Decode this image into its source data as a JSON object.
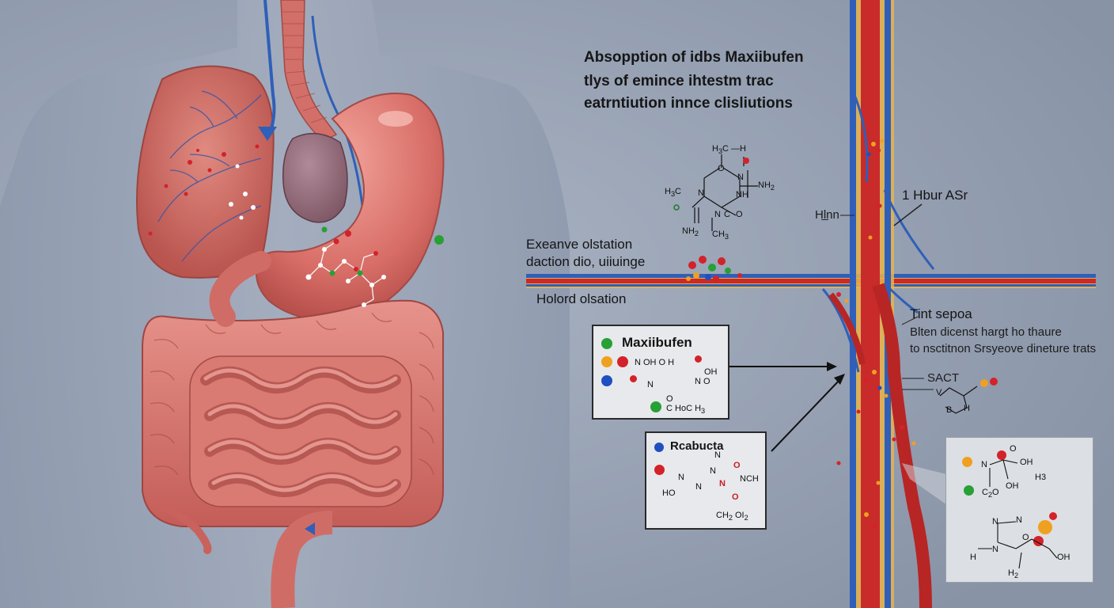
{
  "title": {
    "line1": "Absopption of idbs Maxiibufen",
    "line2": "tlys of emince ihtestm trac",
    "line3": "eatrntiution innce clisliutions"
  },
  "labels": {
    "hour": "1 Hbur ASr",
    "hlnn": "Hl̲nn",
    "left1": "Exeanve olstation",
    "left2": "daction dio, uiiuinge",
    "left3": "Holord olsation",
    "right_title": "Tint sepoa",
    "right_line1": "Blten dicenst hargt ho thaure",
    "right_line2": "to nsctitnon Srsyeove dineture trats",
    "sact": "SACT"
  },
  "box_maxibufen": {
    "title": "Maxiibufen",
    "f1": "N  OH  O H",
    "f2": "OH",
    "f3": "N  O",
    "f4": "N",
    "f5": "O",
    "f6": "C  H",
    "f6_sub": "3",
    "f6_mid": "o"
  },
  "box_rcabucta": {
    "title": "Rcabucta",
    "f1": "N",
    "f2": "O",
    "f3": "N",
    "f4": "N",
    "f5": "NCH",
    "f6": "N",
    "f7": "HO",
    "f8": "N",
    "f9": "O",
    "f10": "CH",
    "f10_sub": "2",
    "f11": "OI",
    "f11_sub": "2"
  },
  "box_right": {
    "f1": "O",
    "f2": "N",
    "f3": "OH",
    "f4": "OH",
    "f5": "C",
    "f5_sub": "2",
    "f5_end": "O",
    "f6": "H",
    "f6_end": "3",
    "f7": "N",
    "f8": "N",
    "f9": "H",
    "f10": "N",
    "f11": "O",
    "f12": "OH",
    "f13": "H",
    "f13_sub": "2"
  },
  "molecule_top": {
    "a1": "H",
    "a1_sub": "3",
    "a1_end": "C  —H",
    "a2": "O",
    "a3": "N",
    "a4": "NH",
    "a4_sub": "2",
    "a5": "H",
    "a5_sub": "3",
    "a5_end": "C",
    "a6": "N",
    "a7": "NH",
    "a8": "N",
    "a9": "C",
    "a10": "O",
    "a11": "NH",
    "a11_sub": "2",
    "a12": "CH",
    "a12_sub": "3"
  },
  "sact_struct": {
    "s1": "V",
    "s2": "B",
    "s3": "H"
  },
  "colors": {
    "background": "#929db0",
    "artery": "#c92a2a",
    "vein": "#2f5fb8",
    "tissue": "#e8b34a",
    "organ": "#d9716a",
    "green": "#27a035",
    "red": "#d4222a",
    "blue": "#1f4fc0",
    "orange": "#f0a020"
  }
}
